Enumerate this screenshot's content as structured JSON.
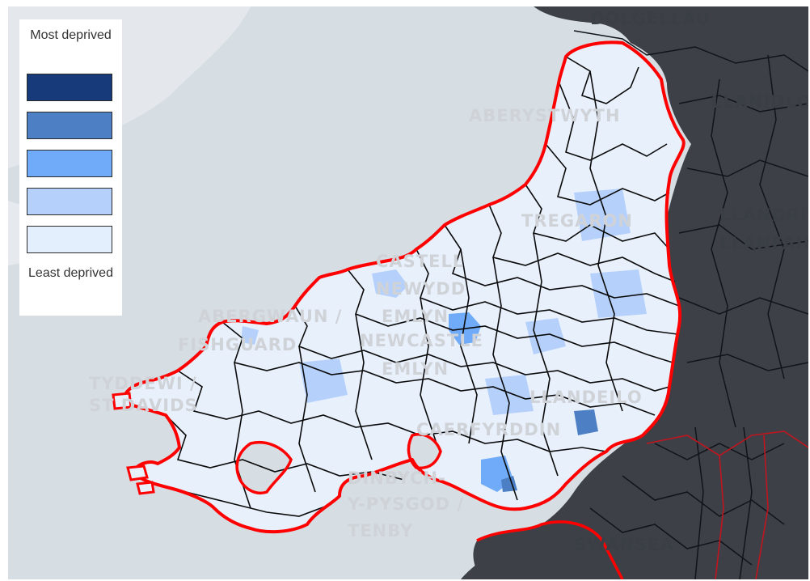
{
  "legend": {
    "top_label": "Most deprived",
    "bottom_label": "Least deprived",
    "swatches": [
      {
        "name": "most-deprived",
        "color": "#163a7a"
      },
      {
        "name": "second",
        "color": "#4d7fc4"
      },
      {
        "name": "middle",
        "color": "#6fabf8"
      },
      {
        "name": "fourth",
        "color": "#b5d1fb"
      },
      {
        "name": "least-deprived",
        "color": "#e4effd"
      }
    ]
  },
  "map": {
    "region_color": "#e8f0fc",
    "highlight_boundary_color": "#ff0000",
    "outside_region_color": "#3d4147",
    "sea_color": "#d6dde3",
    "labels": {
      "aberystwyth": "ABERYSTWYTH",
      "tregaron": "TREGARON",
      "newcastle_emlyn": "CASTELL NEWYDD EMLYN / NEWCASTLE EMLYN",
      "fishguard": "ABERGWAUN / FISHGUARD",
      "st_davids": "TYDDEWI / ST DAVIDS",
      "llandeilo": "LLANDEILO",
      "tenby": "DINBYCH-Y-PYSGOD / TENBY",
      "carmarthen": "CAERFYRDDIN / CARMARTHEN",
      "swansea": "SWANSEA",
      "llanidloes": "LLANIDLOES",
      "llandrindod": "LLANDRINDOD WELLS",
      "builth": "LLANFAIR-YM-MUALLT",
      "dolgellau": "DOLGELLAU"
    }
  }
}
